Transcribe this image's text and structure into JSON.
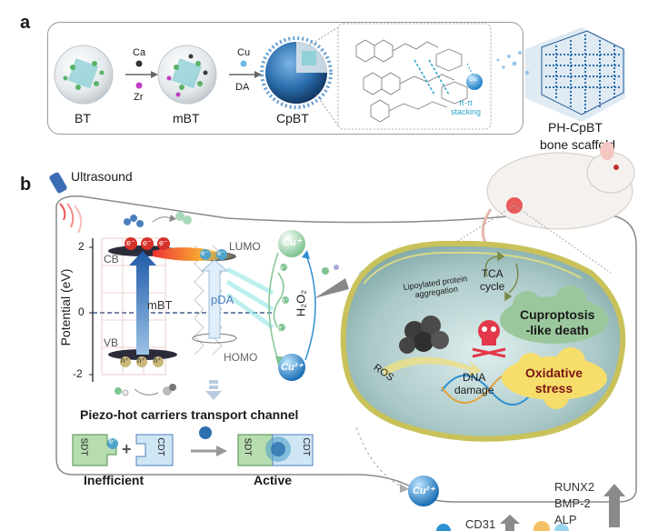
{
  "panel_a": {
    "letter": "a",
    "particles": [
      "BT",
      "mBT",
      "CpBT"
    ],
    "step1": {
      "top": "Ca",
      "bottom": "Zr"
    },
    "step2": {
      "top": "Cu",
      "bottom": "DA"
    },
    "pi_stacking": "π-π\nstacking",
    "cu_badge": "Cu",
    "scaffold_line1": "PH-CpBT",
    "scaffold_line2": "bone scaffold"
  },
  "panel_b": {
    "letter": "b",
    "ultrasound": "Ultrasound",
    "band": {
      "ylabel": "Potential (eV)",
      "ticks": [
        "2",
        "0",
        "-2"
      ],
      "cb": "CB",
      "vb": "VB",
      "lumo": "LUMO",
      "homo": "HOMO",
      "mbt": "mBT",
      "pda": "pDA",
      "electron": "e⁻",
      "hole": "h⁺"
    },
    "cu_plus": "Cu⁺",
    "cu_2plus": "Cu²⁺",
    "h2o2": "H₂O₂",
    "channel_title": "Piezo-hot carriers transport channel",
    "sdt": "SDT",
    "cdt": "CDT",
    "plus": "+",
    "inefficient": "Inefficient",
    "active": "Active",
    "cell": {
      "lipoylated": "Lipoylated protein\naggregation",
      "tca": "TCA\ncycle",
      "cuproptosis": "Cuproptosis\n-like death",
      "oxidative": "Oxidative\nstress",
      "ros": "ROS",
      "dna": "DNA\ndamage"
    },
    "cu_2plus_lower": "Cu²⁺",
    "markers_right": [
      "RUNX2",
      "BMP-2",
      "ALP"
    ],
    "marker_cd31": "CD31"
  },
  "colors": {
    "cuproptosis_cloud": "#9bc79c",
    "oxidative_cloud": "#f7de6a",
    "cell_body": "#b7cfcc",
    "cell_rim": "#c9c25a",
    "cu_bubble": "#2e8fd1",
    "accent_arrow": "#8a8a8a"
  }
}
